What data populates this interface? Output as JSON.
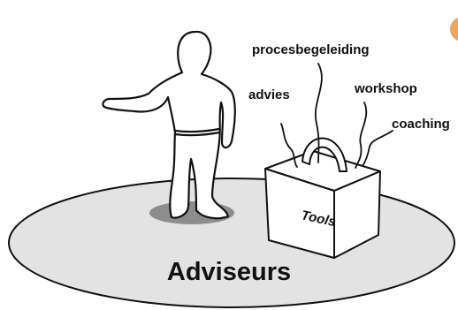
{
  "main_label": "Adviseurs",
  "bag_label": "Tools",
  "tool_labels": {
    "advies": "advies",
    "procesbegeleiding": "procesbegeleiding",
    "workshop": "workshop",
    "coaching": "coaching"
  },
  "colors": {
    "platform_fill": "#e3e3e3",
    "shadow": "#8d8d8d",
    "outline": "#111111",
    "corner_accent": "#f2a55a"
  }
}
